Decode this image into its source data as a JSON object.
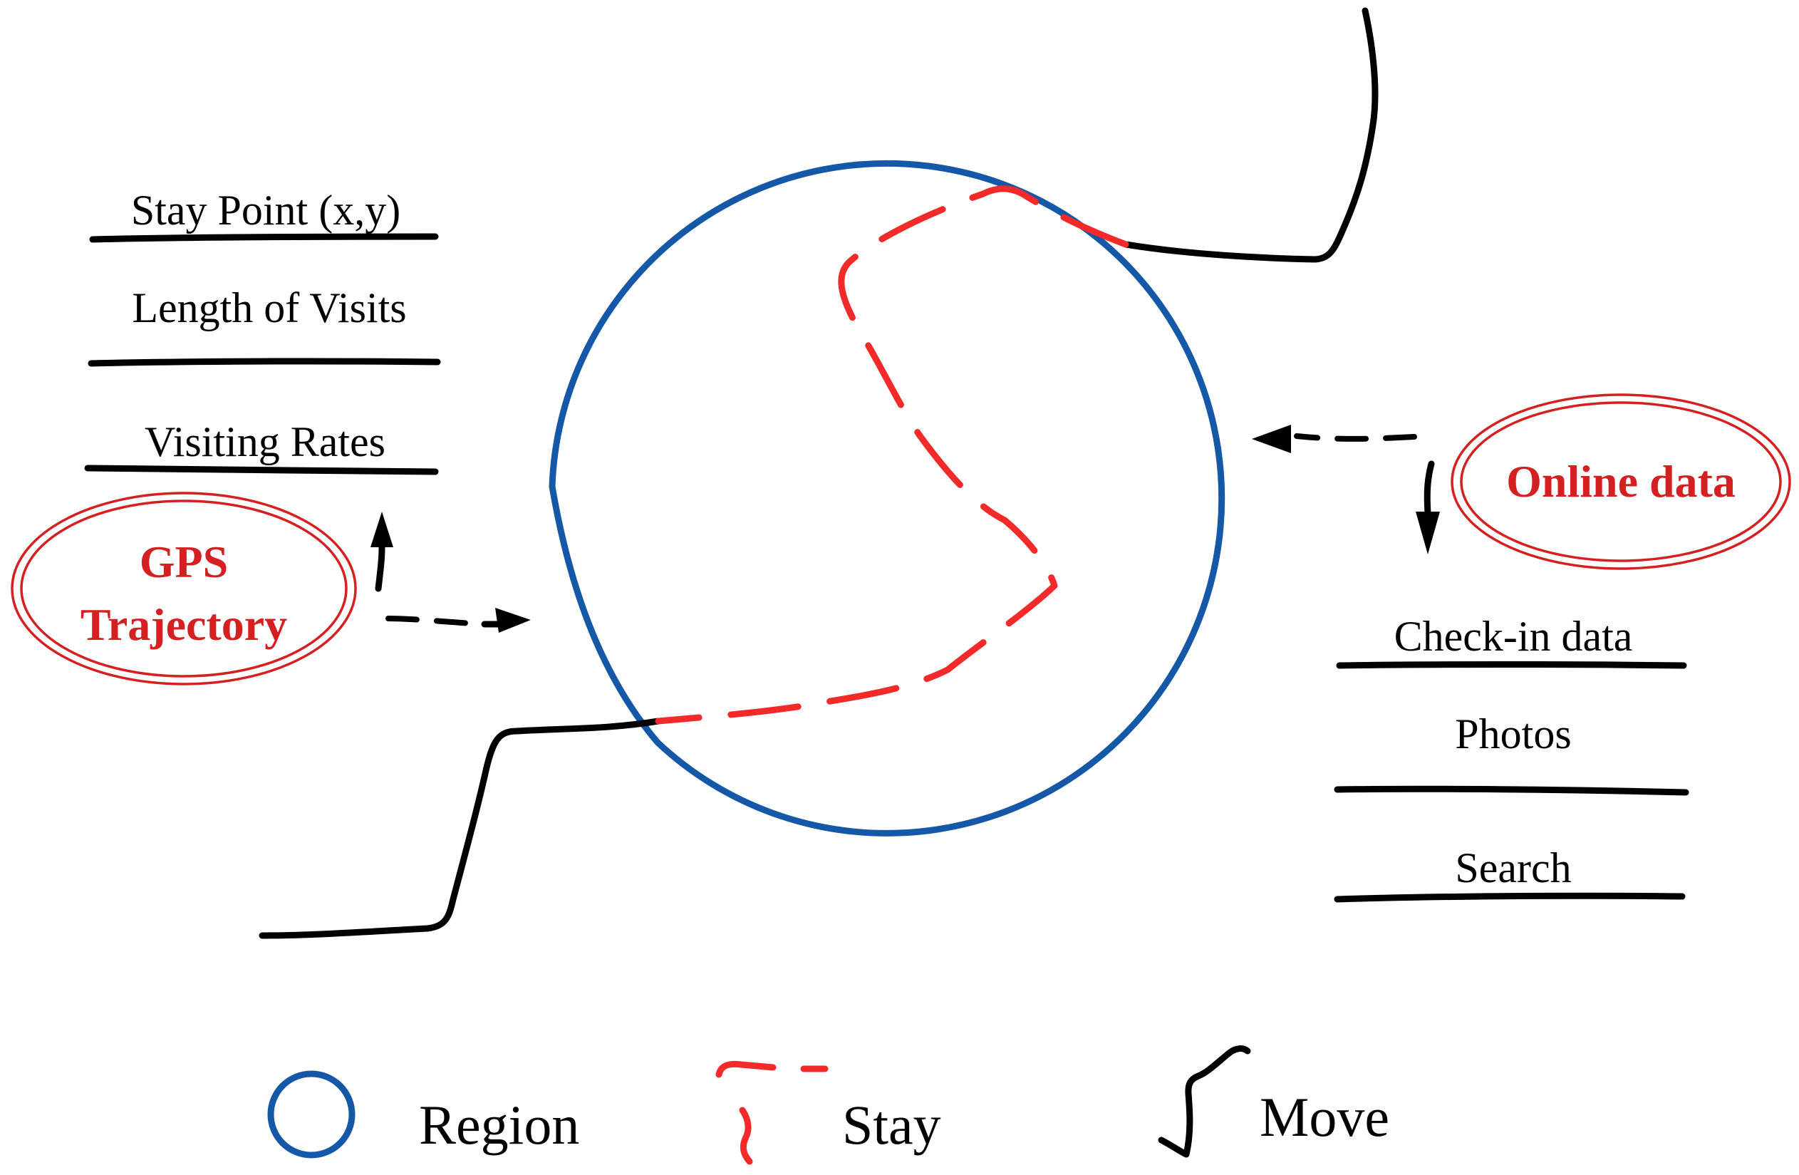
{
  "left_labels": {
    "stay_point": "Stay Point (x,y)",
    "length_of_visits": "Length of Visits",
    "visiting_rates": "Visiting Rates"
  },
  "right_labels": {
    "check_in_data": "Check-in data",
    "photos": "Photos",
    "search": "Search"
  },
  "callouts": {
    "gps_line1": "GPS",
    "gps_line2": "Trajectory",
    "online_data": "Online data"
  },
  "legend": {
    "region": "Region",
    "stay": "Stay",
    "move": "Move"
  },
  "colors": {
    "region": "#1558a8",
    "stay": "#f22a2a",
    "move": "#000000",
    "callout": "#d42020"
  }
}
